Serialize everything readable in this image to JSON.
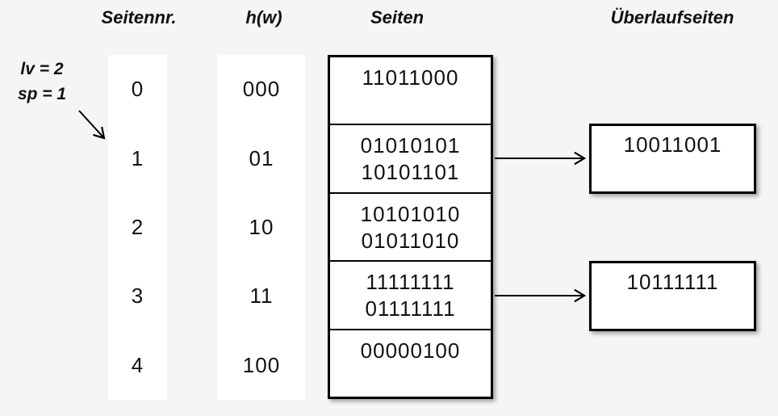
{
  "colors": {
    "background": "#f5f5f6",
    "box_fill": "#ffffff",
    "box_border": "#000000",
    "text": "#111111"
  },
  "annotation": {
    "line1": "lv = 2",
    "line2": "sp = 1"
  },
  "columns": {
    "seitennr": {
      "header": "Seitennr.",
      "values": [
        "0",
        "1",
        "2",
        "3",
        "4"
      ]
    },
    "hw": {
      "header": "h(w)",
      "values": [
        "000",
        "01",
        "10",
        "11",
        "100"
      ]
    },
    "seiten": {
      "header": "Seiten",
      "rows": [
        [
          "11011000"
        ],
        [
          "01010101",
          "10101101"
        ],
        [
          "10101010",
          "01011010"
        ],
        [
          "11111111",
          "01111111"
        ],
        [
          "00000100"
        ]
      ]
    },
    "ueberlaufseiten": {
      "header": "Überlaufseiten",
      "boxes": [
        {
          "value": "10011001",
          "linked_row": "1"
        },
        {
          "value": "10111111",
          "linked_row": "3"
        }
      ]
    }
  }
}
